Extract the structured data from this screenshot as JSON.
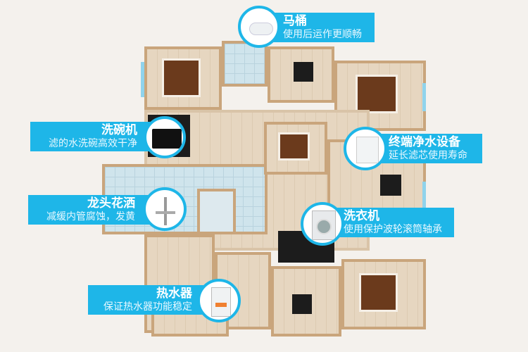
{
  "accent_color": "#1eb6e8",
  "callouts": [
    {
      "icon": "toilet-icon",
      "title": "马桶",
      "subtitle": "使用后运作更顺畅"
    },
    {
      "icon": "dishwasher-icon",
      "title": "洗碗机",
      "subtitle": "滤的水洗碗高效干净"
    },
    {
      "icon": "faucet-icon",
      "title": "龙头花洒",
      "subtitle": "减缓内管腐蚀，发黄"
    },
    {
      "icon": "water-purifier-icon",
      "title": "终端净水设备",
      "subtitle": "延长滤芯使用寿命"
    },
    {
      "icon": "washing-machine-icon",
      "title": "洗衣机",
      "subtitle": "使用保护波轮滚筒轴承"
    },
    {
      "icon": "water-heater-icon",
      "title": "热水器",
      "subtitle": "保证热水器功能稳定"
    }
  ]
}
